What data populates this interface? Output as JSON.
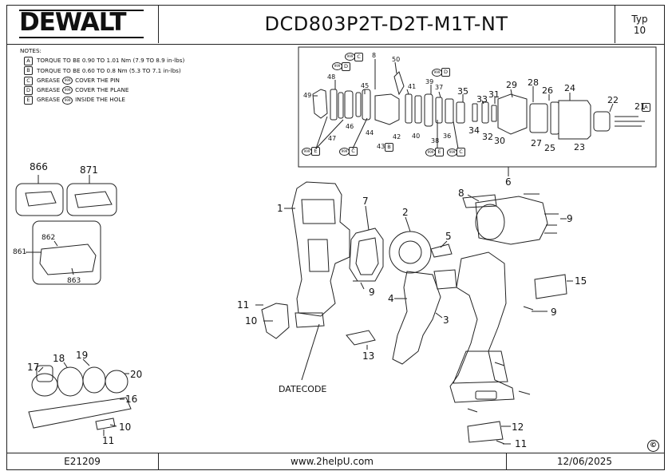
{
  "header": {
    "brand": "DEWALT",
    "model": "DCD803P2T-D2T-M1T-NT",
    "typ_label": "Typ",
    "typ_number": "10"
  },
  "notes": {
    "title": "NOTES:",
    "items": [
      {
        "key": "A",
        "text": "TORQUE TO BE 0.90 TO 1.01 Nm (7.9 TO 8.9 in-lbs)"
      },
      {
        "key": "B",
        "text": "TORQUE TO BE 0.60 TO 0.8 Nm (5.3 TO 7.1 in-lbs)"
      },
      {
        "key": "C",
        "text_before": "GREASE",
        "text_after": "COVER THE PIN"
      },
      {
        "key": "D",
        "text_before": "GREASE",
        "text_after": "COVER THE PLANE"
      },
      {
        "key": "E",
        "text_before": "GREASE",
        "text_after": "INSIDE THE HOLE"
      }
    ],
    "grease_symbol": "999"
  },
  "parts": {
    "p866": "866",
    "p871": "871",
    "p861": "861",
    "p862": "862",
    "p863": "863",
    "p1": "1",
    "p2": "2",
    "p3": "3",
    "p4": "4",
    "p5": "5",
    "p6": "6",
    "p7": "7",
    "p8": "8",
    "p9a": "9",
    "p9b": "9",
    "p9c": "9",
    "p10a": "10",
    "p10b": "10",
    "p11a": "11",
    "p11b": "11",
    "p11c": "11",
    "p12": "12",
    "p13": "13",
    "p15": "15",
    "p16": "16",
    "p17": "17",
    "p18": "18",
    "p19": "19",
    "p20": "20",
    "p21": "21",
    "p22": "22",
    "p23": "23",
    "p24": "24",
    "p25": "25",
    "p26": "26",
    "p27": "27",
    "p28": "28",
    "p29": "29",
    "p30": "30",
    "p31": "31",
    "p32": "32",
    "p33": "33",
    "p34": "34",
    "p35": "35",
    "p36": "36",
    "p37": "37",
    "p38": "38",
    "p39": "39",
    "p40": "40",
    "p41": "41",
    "p42": "42",
    "p43": "43",
    "p44": "44",
    "p45": "45",
    "p46": "46",
    "p47": "47",
    "p48": "48",
    "p49": "49",
    "p50": "50",
    "p8b": "8"
  },
  "callouts": {
    "c_top_c": "C",
    "c_top_d": "D",
    "c_top_d2": "D",
    "c_b": "B",
    "c_a": "A",
    "c_bot_e": "E",
    "c_bot_c": "C",
    "c_bot_e2": "E",
    "c_bot_c2": "C"
  },
  "datecode_label": "DATECODE",
  "footer": {
    "doc_number": "E21209",
    "website": "www.2helpU.com",
    "date": "12/06/2025"
  },
  "copyright_symbol": "©"
}
